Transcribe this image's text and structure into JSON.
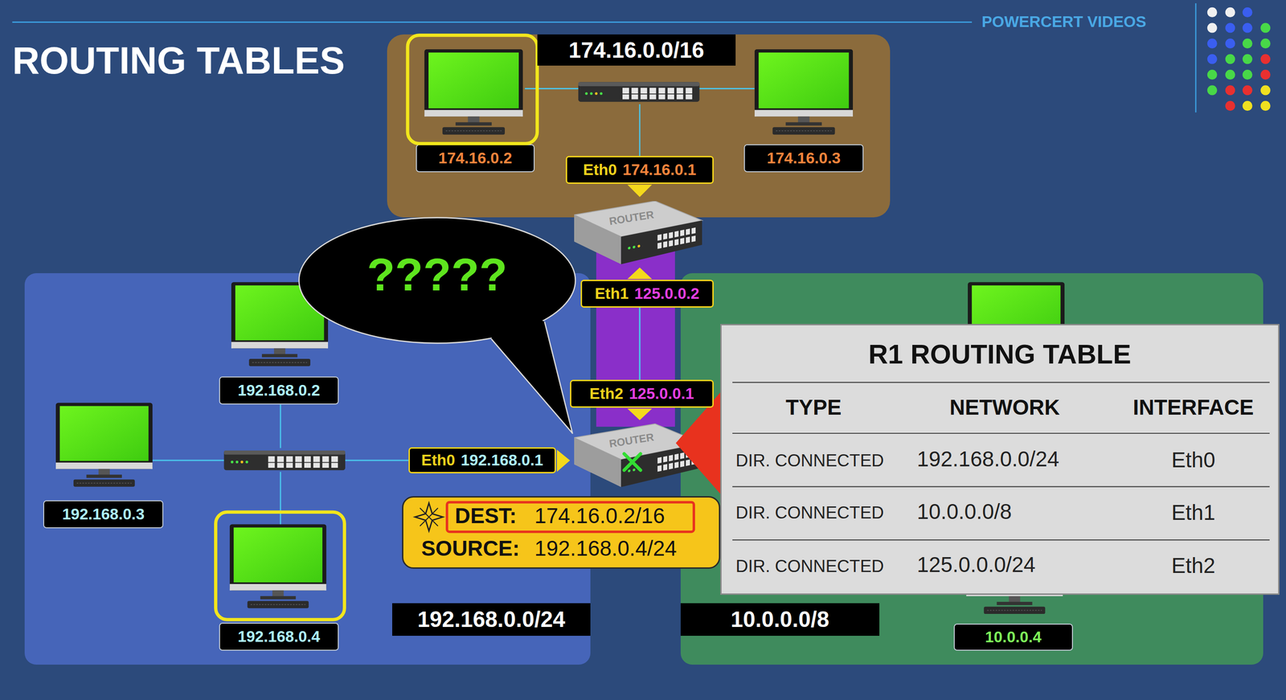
{
  "diagram": {
    "title": "ROUTING TABLES",
    "nodes": [
      {
        "text": [
          "174.16.0.0/16"
        ]
      },
      {
        "text": [
          "174.16.0.2"
        ],
        "in": 0
      },
      {
        "text": [
          "174.16.0.3"
        ],
        "in": 0
      },
      {
        "text": [
          "Eth0",
          "174.16.0.1"
        ],
        "in": 0
      },
      {
        "text": [
          "?????"
        ]
      },
      {
        "text": [
          "Eth1",
          "125.0.0.2"
        ]
      },
      {
        "text": [
          "192.168.0.0/24"
        ]
      },
      {
        "text": [
          "192.168.0.2"
        ],
        "in": 6
      },
      {
        "text": [
          "192.168.0.3"
        ],
        "in": 6
      },
      {
        "text": [
          "Eth0",
          "192.168.0.1"
        ],
        "in": 6
      },
      {
        "text": [
          "192.168.0.4"
        ],
        "in": 6
      },
      {
        "text": [
          "Eth2",
          "125.0.0.1"
        ]
      },
      {
        "text": [
          "10.0.0.0/8"
        ]
      },
      {
        "text": [
          "10.0.0.4"
        ],
        "in": 12
      },
      {
        "text": [
          "R1 ROUTING TABLE"
        ]
      },
      {
        "text": [
          "DEST:",
          "174.16.0.2/16",
          "SOURCE:",
          "192.168.0.4/24"
        ]
      }
    ],
    "edges": [
      {
        "from": 5,
        "to": 11,
        "arrow": "none"
      }
    ],
    "labels": [
      "POWERCERT VIDEOS",
      "ROUTER",
      "ROUTER",
      "TYPE",
      "NETWORK",
      "INTERFACE",
      "DIR. CONNECTED",
      "192.168.0.0/24",
      "Eth0",
      "DIR. CONNECTED",
      "10.0.0.0/8",
      "Eth1",
      "DIR. CONNECTED",
      "125.0.0.0/24",
      "Eth2"
    ]
  }
}
